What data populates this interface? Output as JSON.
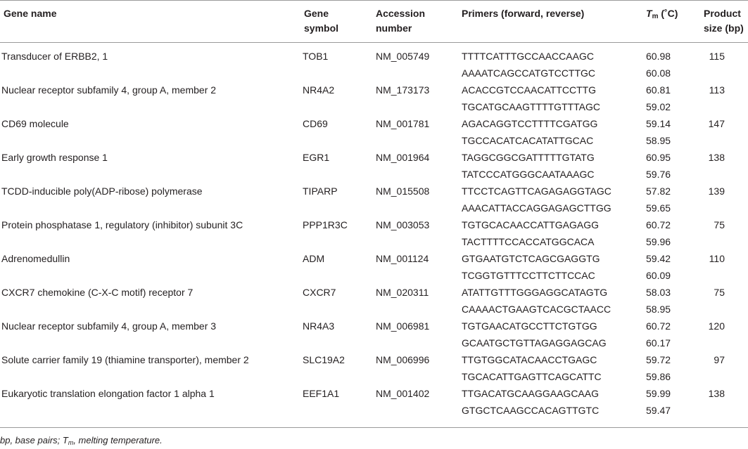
{
  "headers": {
    "gene_name": "Gene name",
    "gene_symbol_1": "Gene",
    "gene_symbol_2": "symbol",
    "accession_1": "Accession",
    "accession_2": "number",
    "primers": "Primers (forward, reverse)",
    "tm_symbol": "T",
    "tm_sub": "m",
    "tm_unit": "(˚C)",
    "size_1": "Product",
    "size_2": "size (bp)"
  },
  "rows": [
    {
      "name": "Transducer of ERBB2, 1",
      "symbol": "TOB1",
      "accession": "NM_005749",
      "fwd": "TTTTCATTTGCCAACCAAGC",
      "rev": "AAAATCAGCCATGTCCTTGC",
      "tm_fwd": "60.98",
      "tm_rev": "60.08",
      "size": "115"
    },
    {
      "name": "Nuclear receptor subfamily 4, group A, member 2",
      "symbol": "NR4A2",
      "accession": "NM_173173",
      "fwd": "ACACCGTCCAACATTCCTTG",
      "rev": "TGCATGCAAGTTTTGTTTAGC",
      "tm_fwd": "60.81",
      "tm_rev": "59.02",
      "size": "113"
    },
    {
      "name": "CD69 molecule",
      "symbol": "CD69",
      "accession": "NM_001781",
      "fwd": "AGACAGGTCCTTTTCGATGG",
      "rev": "TGCCACATCACATATTGCAC",
      "tm_fwd": "59.14",
      "tm_rev": "58.95",
      "size": "147"
    },
    {
      "name": "Early growth response 1",
      "symbol": "EGR1",
      "accession": "NM_001964",
      "fwd": "TAGGCGGCGATTTTTGTATG",
      "rev": "TATCCCATGGGCAATAAAGC",
      "tm_fwd": "60.95",
      "tm_rev": "59.76",
      "size": "138"
    },
    {
      "name": "TCDD-inducible poly(ADP-ribose) polymerase",
      "symbol": "TIPARP",
      "accession": "NM_015508",
      "fwd": "TTCCTCAGTTCAGAGAGGTAGC",
      "rev": "AAACATTACCAGGAGAGCTTGG",
      "tm_fwd": "57.82",
      "tm_rev": "59.65",
      "size": "139"
    },
    {
      "name": "Protein phosphatase 1, regulatory (inhibitor) subunit 3C",
      "symbol": "PPP1R3C",
      "accession": "NM_003053",
      "fwd": "TGTGCACAACCATTGAGAGG",
      "rev": "TACTTTTCCACCATGGCACA",
      "tm_fwd": "60.72",
      "tm_rev": "59.96",
      "size": "75"
    },
    {
      "name": "Adrenomedullin",
      "symbol": "ADM",
      "accession": "NM_001124",
      "fwd": "GTGAATGTCTCAGCGAGGTG",
      "rev": "TCGGTGTTTCCTTCTTCCAC",
      "tm_fwd": "59.42",
      "tm_rev": "60.09",
      "size": "110"
    },
    {
      "name": "CXCR7 chemokine (C-X-C motif) receptor 7",
      "symbol": "CXCR7",
      "accession": "NM_020311",
      "fwd": "ATATTGTTTGGGAGGCATAGTG",
      "rev": "CAAAACTGAAGTCACGCTAACC",
      "tm_fwd": "58.03",
      "tm_rev": "58.95",
      "size": "75"
    },
    {
      "name": "Nuclear receptor subfamily 4, group A, member 3",
      "symbol": "NR4A3",
      "accession": "NM_006981",
      "fwd": "TGTGAACATGCCTTCTGTGG",
      "rev": "GCAATGCTGTTAGAGGAGCAG",
      "tm_fwd": "60.72",
      "tm_rev": "60.17",
      "size": "120"
    },
    {
      "name": "Solute carrier family 19 (thiamine transporter), member 2",
      "symbol": "SLC19A2",
      "accession": "NM_006996",
      "fwd": "TTGTGGCATACAACCTGAGC",
      "rev": "TGCACATTGAGTTCAGCATTC",
      "tm_fwd": "59.72",
      "tm_rev": "59.86",
      "size": "97"
    },
    {
      "name": "Eukaryotic translation elongation factor 1 alpha 1",
      "symbol": "EEF1A1",
      "accession": "NM_001402",
      "fwd": "TTGACATGCAAGGAAGCAAG",
      "rev": "GTGCTCAAGCCACAGTTGTC",
      "tm_fwd": "59.99",
      "tm_rev": "59.47",
      "size": "138"
    }
  ],
  "footnote": {
    "part1": "bp, base pairs; T",
    "sub": "m",
    "part2": ", melting temperature."
  }
}
